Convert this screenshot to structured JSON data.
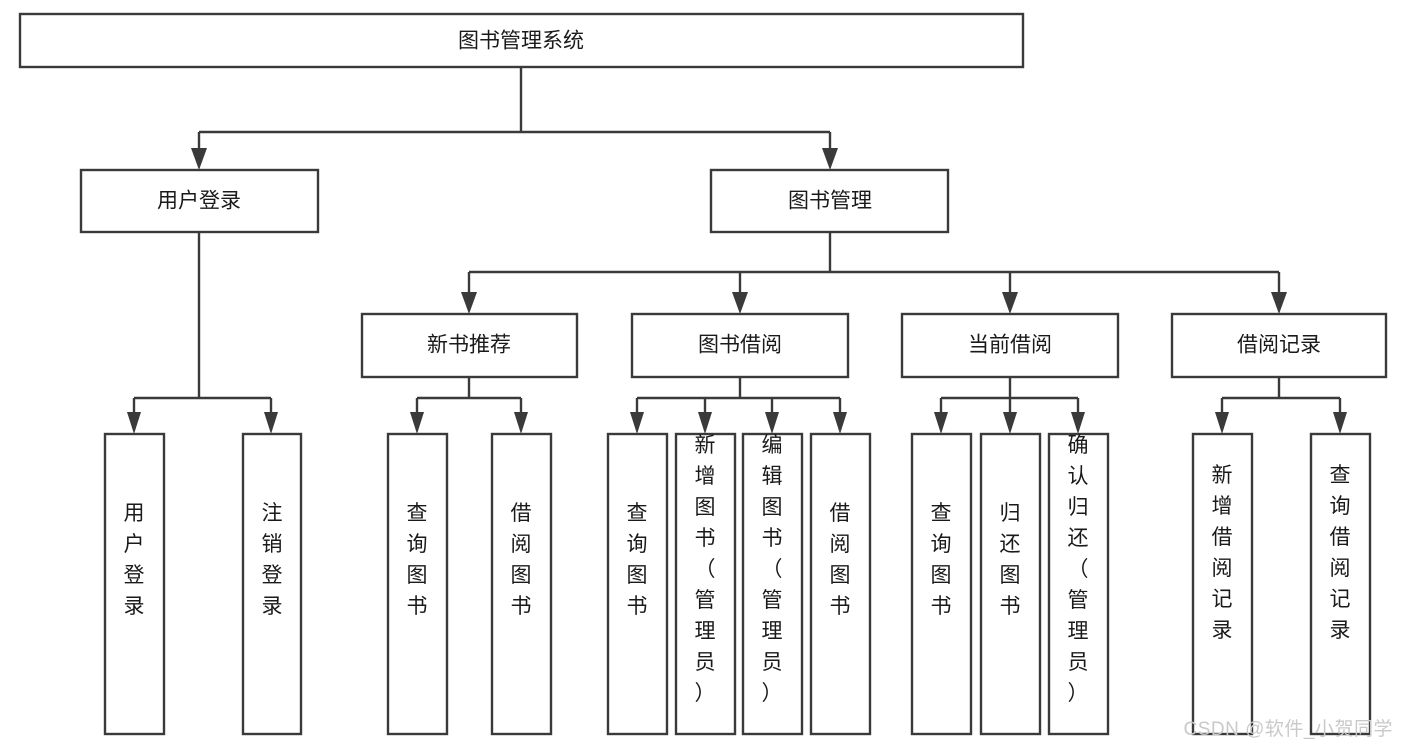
{
  "diagram": {
    "title": "图书管理系统",
    "type": "tree-hierarchy-flowchart",
    "orientation": "top-down",
    "background_color": "#ffffff",
    "line_color": "#3a3a3a",
    "box_fill": "#ffffff",
    "text_color": "#1a1a1a",
    "levels": [
      {
        "level": 1,
        "nodes": [
          {
            "id": "root",
            "label": "图书管理系统",
            "orientation": "horizontal"
          }
        ]
      },
      {
        "level": 2,
        "nodes": [
          {
            "id": "login",
            "label": "用户登录",
            "orientation": "horizontal",
            "parent": "root"
          },
          {
            "id": "bookmgmt",
            "label": "图书管理",
            "orientation": "horizontal",
            "parent": "root"
          }
        ]
      },
      {
        "level": 3,
        "nodes": [
          {
            "id": "newbook",
            "label": "新书推荐",
            "orientation": "horizontal",
            "parent": "bookmgmt"
          },
          {
            "id": "borrow",
            "label": "图书借阅",
            "orientation": "horizontal",
            "parent": "bookmgmt"
          },
          {
            "id": "current",
            "label": "当前借阅",
            "orientation": "horizontal",
            "parent": "bookmgmt"
          },
          {
            "id": "records",
            "label": "借阅记录",
            "orientation": "horizontal",
            "parent": "bookmgmt"
          }
        ]
      },
      {
        "level": 4,
        "nodes": [
          {
            "id": "leaf-user-login",
            "label": "用户登录",
            "orientation": "vertical",
            "parent": "login"
          },
          {
            "id": "leaf-user-logout",
            "label": "注销登录",
            "orientation": "vertical",
            "parent": "login"
          },
          {
            "id": "leaf-nb-query",
            "label": "查询图书",
            "orientation": "vertical",
            "parent": "newbook"
          },
          {
            "id": "leaf-nb-borrow",
            "label": "借阅图书",
            "orientation": "vertical",
            "parent": "newbook"
          },
          {
            "id": "leaf-bo-query",
            "label": "查询图书",
            "orientation": "vertical",
            "parent": "borrow"
          },
          {
            "id": "leaf-bo-add",
            "label": "新增图书（管理员）",
            "orientation": "vertical",
            "parent": "borrow"
          },
          {
            "id": "leaf-bo-edit",
            "label": "编辑图书（管理员）",
            "orientation": "vertical",
            "parent": "borrow"
          },
          {
            "id": "leaf-bo-borrow",
            "label": "借阅图书",
            "orientation": "vertical",
            "parent": "borrow"
          },
          {
            "id": "leaf-cu-query",
            "label": "查询图书",
            "orientation": "vertical",
            "parent": "current"
          },
          {
            "id": "leaf-cu-return",
            "label": "归还图书",
            "orientation": "vertical",
            "parent": "current"
          },
          {
            "id": "leaf-cu-confirm",
            "label": "确认归还（管理员）",
            "orientation": "vertical",
            "parent": "current"
          },
          {
            "id": "leaf-re-add",
            "label": "新增借阅记录",
            "orientation": "vertical",
            "parent": "records"
          },
          {
            "id": "leaf-re-query",
            "label": "查询借阅记录",
            "orientation": "vertical",
            "parent": "records"
          }
        ]
      }
    ]
  },
  "watermark": {
    "label": "CSDN @软件_小贺同学",
    "color": "#c9c9c9"
  }
}
